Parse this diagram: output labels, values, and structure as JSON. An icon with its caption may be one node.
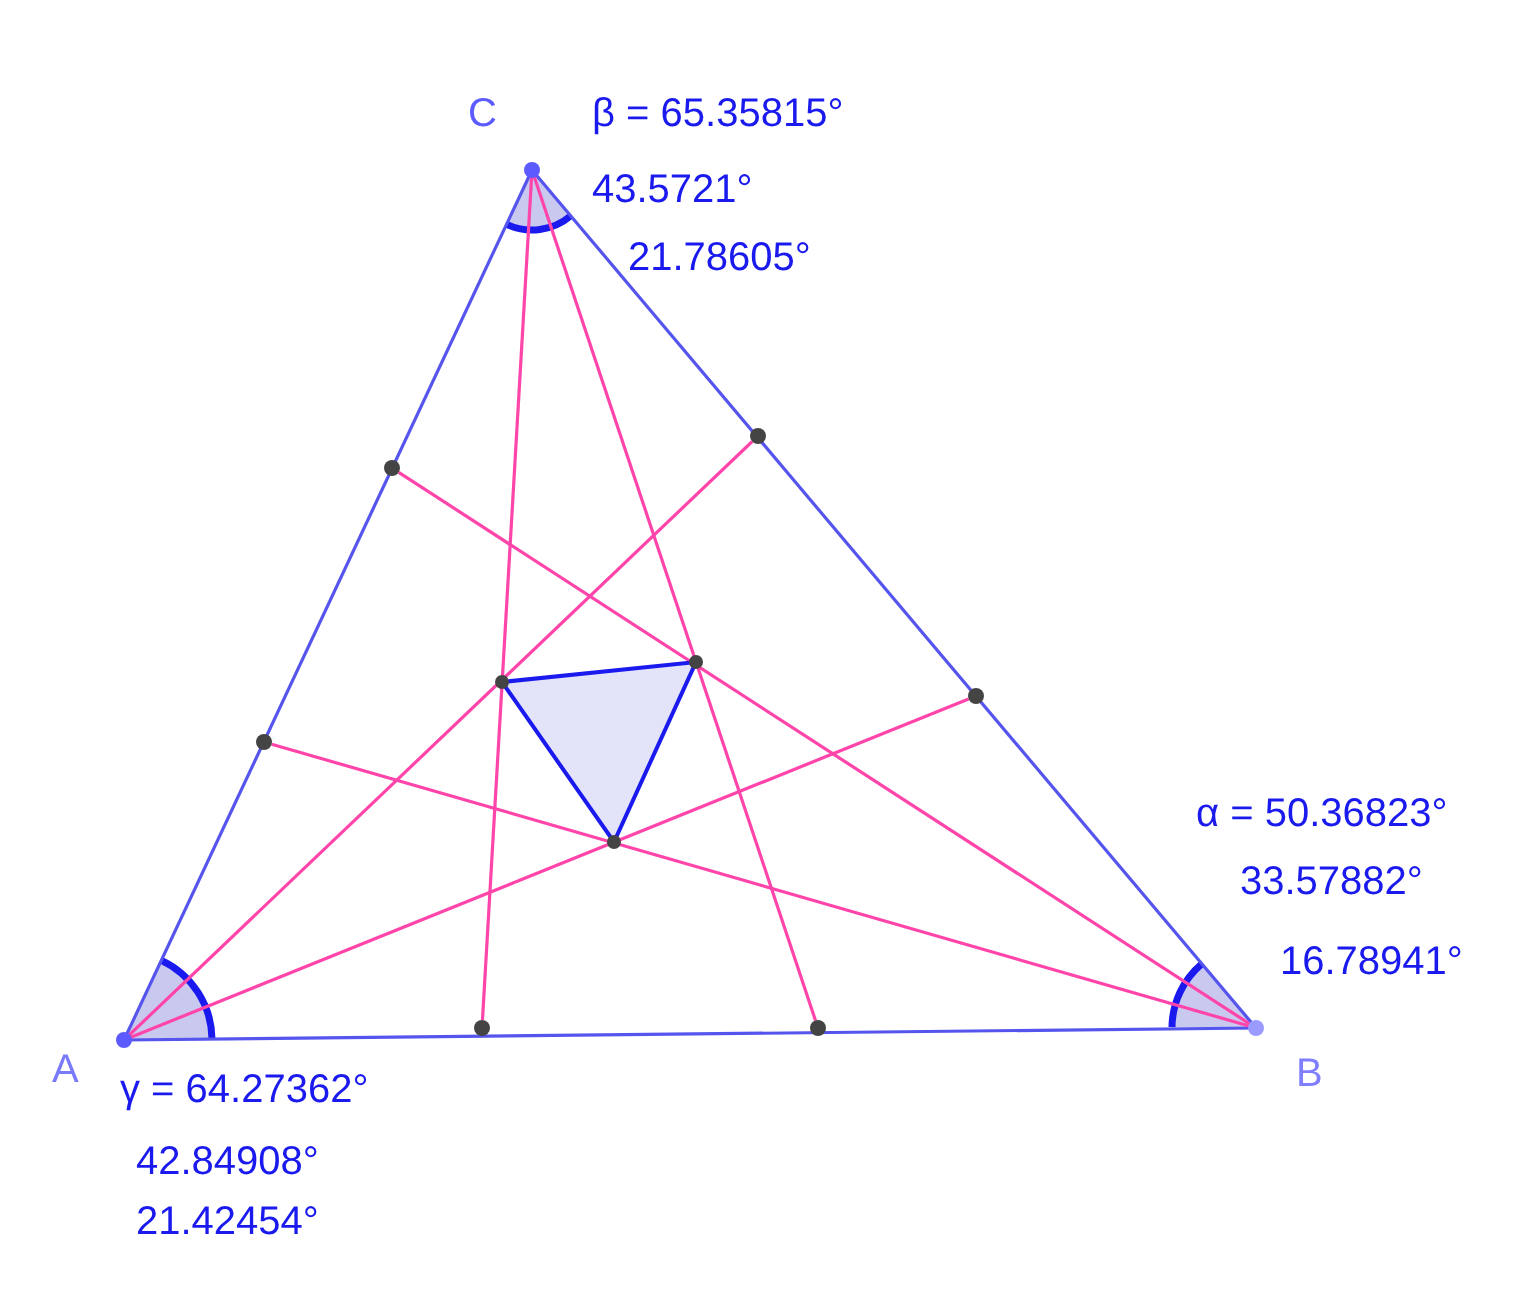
{
  "diagram": {
    "nodes": [
      {
        "text": [
          "A"
        ],
        "beside": [
          "γ = 64.27362°",
          "42.84908°",
          "21.42454°"
        ]
      },
      {
        "text": [
          "B"
        ],
        "beside": [
          "α = 50.36823°",
          "33.57882°",
          "16.78941°"
        ]
      },
      {
        "text": [
          "C"
        ],
        "beside": [
          "β = 65.35815°",
          "43.5721°",
          "21.78605°"
        ]
      },
      {
        "text": [],
        "shape": "circle"
      },
      {
        "text": [],
        "shape": "circle"
      },
      {
        "text": [],
        "shape": "circle"
      },
      {
        "text": [],
        "shape": "circle"
      },
      {
        "text": [],
        "shape": "circle"
      },
      {
        "text": [],
        "shape": "circle"
      },
      {
        "text": [],
        "shape": "triangle"
      }
    ],
    "edges": [
      {
        "from": 0,
        "to": 1,
        "arrow": "none",
        "color": "#5555ee"
      },
      {
        "from": 1,
        "to": 2,
        "arrow": "none",
        "color": "#5555ee"
      },
      {
        "from": 2,
        "to": 0,
        "arrow": "none",
        "color": "#5555ee"
      },
      {
        "from": 0,
        "to": 5,
        "arrow": "none"
      },
      {
        "from": 0,
        "to": 6,
        "arrow": "none"
      },
      {
        "from": 1,
        "to": 3,
        "arrow": "none"
      },
      {
        "from": 1,
        "to": 4,
        "arrow": "none"
      },
      {
        "from": 2,
        "to": 7,
        "arrow": "none"
      },
      {
        "from": 2,
        "to": 8,
        "arrow": "none"
      }
    ]
  }
}
